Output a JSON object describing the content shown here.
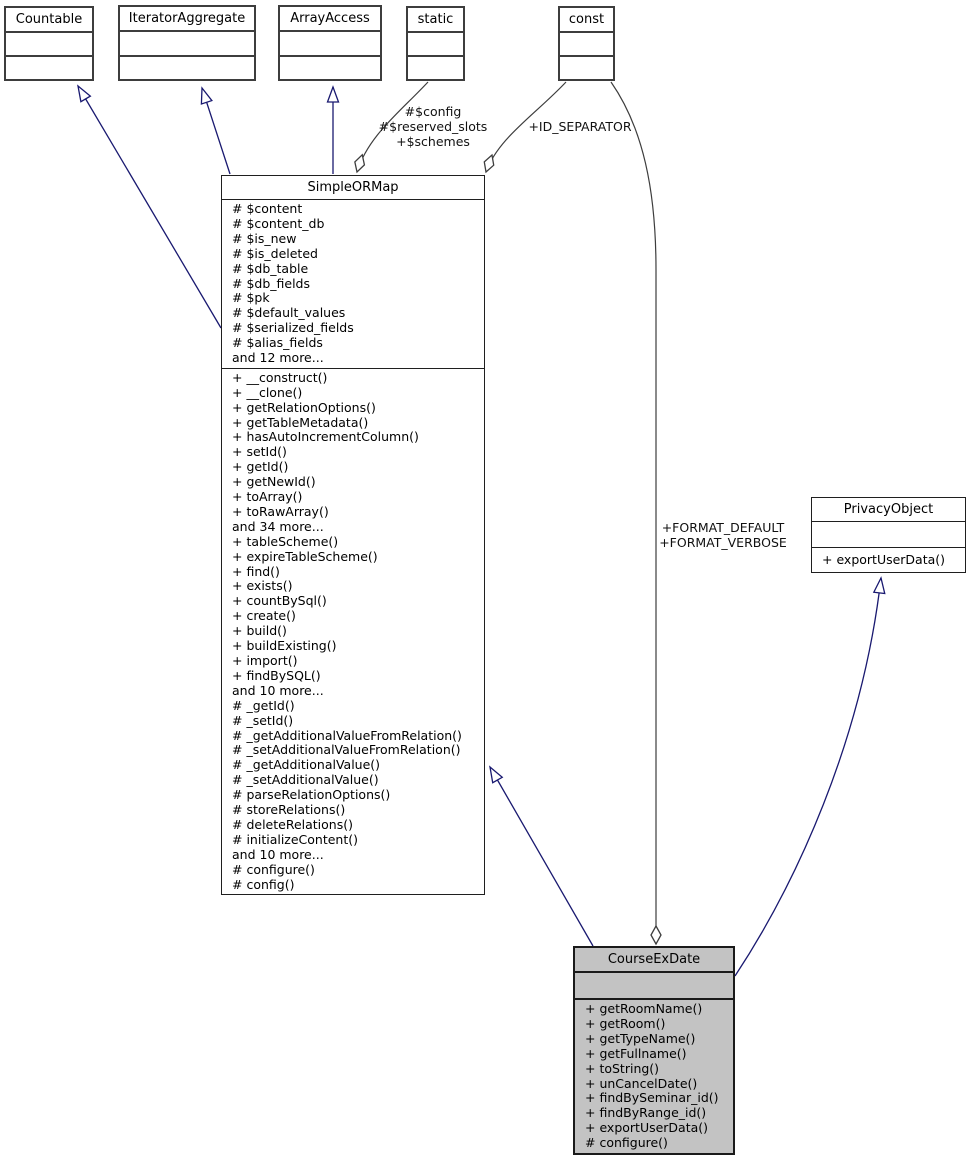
{
  "diagram_type": "uml-class-collaboration-diagram",
  "colors": {
    "inheritance_edge": "#191970",
    "aggregation_edge": "#3d3d3d",
    "box_border": "#3d3d3d",
    "highlight_fill": "#c3c3c3",
    "background": "#ffffff"
  },
  "classes": {
    "countable": {
      "title": "Countable"
    },
    "iterator_aggregate": {
      "title": "IteratorAggregate"
    },
    "array_access": {
      "title": "ArrayAccess"
    },
    "static": {
      "title": "static"
    },
    "const": {
      "title": "const"
    },
    "simple_or_map": {
      "title": "SimpleORMap",
      "attributes": [
        "# $content",
        "# $content_db",
        "# $is_new",
        "# $is_deleted",
        "# $db_table",
        "# $db_fields",
        "# $pk",
        "# $default_values",
        "# $serialized_fields",
        "# $alias_fields",
        "and 12 more..."
      ],
      "methods": [
        "+ __construct()",
        "+ __clone()",
        "+ getRelationOptions()",
        "+ getTableMetadata()",
        "+ hasAutoIncrementColumn()",
        "+ setId()",
        "+ getId()",
        "+ getNewId()",
        "+ toArray()",
        "+ toRawArray()",
        "and 34 more...",
        "+ tableScheme()",
        "+ expireTableScheme()",
        "+ find()",
        "+ exists()",
        "+ countBySql()",
        "+ create()",
        "+ build()",
        "+ buildExisting()",
        "+ import()",
        "+ findBySQL()",
        "and 10 more...",
        "# _getId()",
        "# _setId()",
        "# _getAdditionalValueFromRelation()",
        "# _setAdditionalValueFromRelation()",
        "# _getAdditionalValue()",
        "# _setAdditionalValue()",
        "# parseRelationOptions()",
        "# storeRelations()",
        "# deleteRelations()",
        "# initializeContent()",
        "and 10 more...",
        "# configure()",
        "# config()"
      ]
    },
    "privacy_object": {
      "title": "PrivacyObject",
      "methods": [
        "+ exportUserData()"
      ]
    },
    "course_ex_date": {
      "title": "CourseExDate",
      "methods": [
        "+ getRoomName()",
        "+ getRoom()",
        "+ getTypeName()",
        "+ getFullname()",
        "+ toString()",
        "+ unCancelDate()",
        "+ findBySeminar_id()",
        "+ findByRange_id()",
        "+ exportUserData()",
        "# configure()"
      ]
    }
  },
  "edge_labels": {
    "static_aggregation": [
      "#$config",
      "#$reserved_slots",
      "+$schemes"
    ],
    "const_id_separator": "+ID_SEPARATOR",
    "const_format": [
      "+FORMAT_DEFAULT",
      "+FORMAT_VERBOSE"
    ]
  }
}
